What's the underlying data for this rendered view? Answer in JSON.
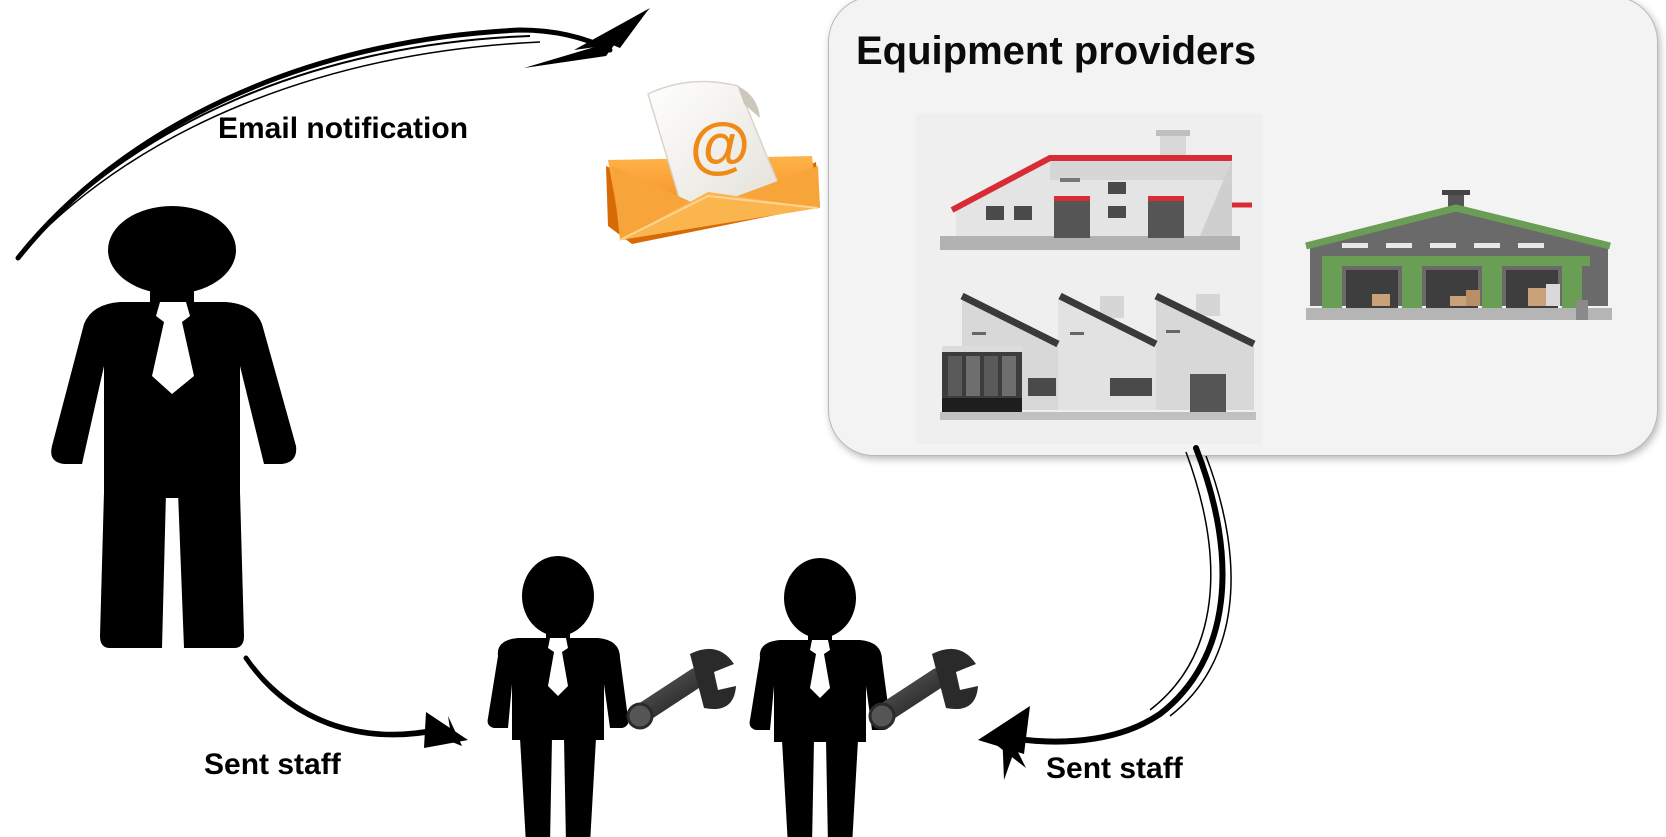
{
  "diagram": {
    "provider_box": {
      "title": "Equipment providers"
    },
    "labels": {
      "email_notification": "Email notification",
      "sent_staff_left": "Sent staff",
      "sent_staff_right": "Sent staff"
    },
    "icons": {
      "manager": "manager-person-icon",
      "email": "email-envelope-icon",
      "warehouse_a": "warehouse-red-roof-icon",
      "warehouse_b": "warehouse-green-roof-icon",
      "factory": "factory-sawtooth-icon",
      "technician": "technician-person-icon",
      "wrench": "wrench-icon"
    },
    "colors": {
      "panel_bg": "#f3f3f3",
      "envelope": "#f2921f",
      "red_roof": "#d92b36",
      "green_roof": "#6b9e55",
      "figure": "#000000"
    }
  }
}
